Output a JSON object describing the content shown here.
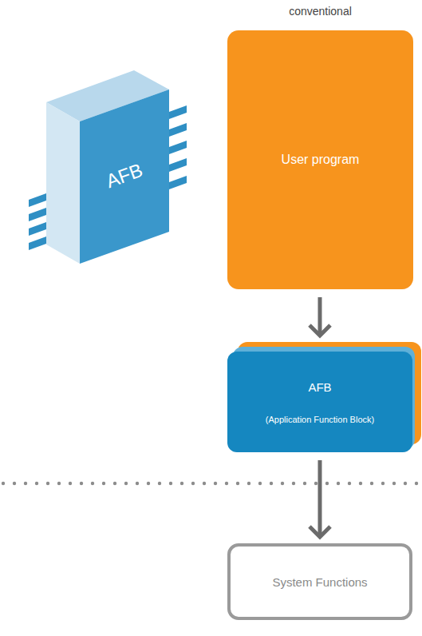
{
  "diagram": {
    "title": "conventional",
    "nodes": [
      {
        "text": [
          "User program"
        ]
      },
      {
        "text": [
          "AFB",
          "(Application Function Block)"
        ]
      },
      {
        "text": [
          "System Functions"
        ]
      }
    ],
    "edges": [
      {
        "from": 0,
        "to": 1,
        "arrow": "to"
      },
      {
        "from": 1,
        "to": 2,
        "arrow": "to"
      }
    ],
    "labels": [
      "AFB"
    ]
  }
}
